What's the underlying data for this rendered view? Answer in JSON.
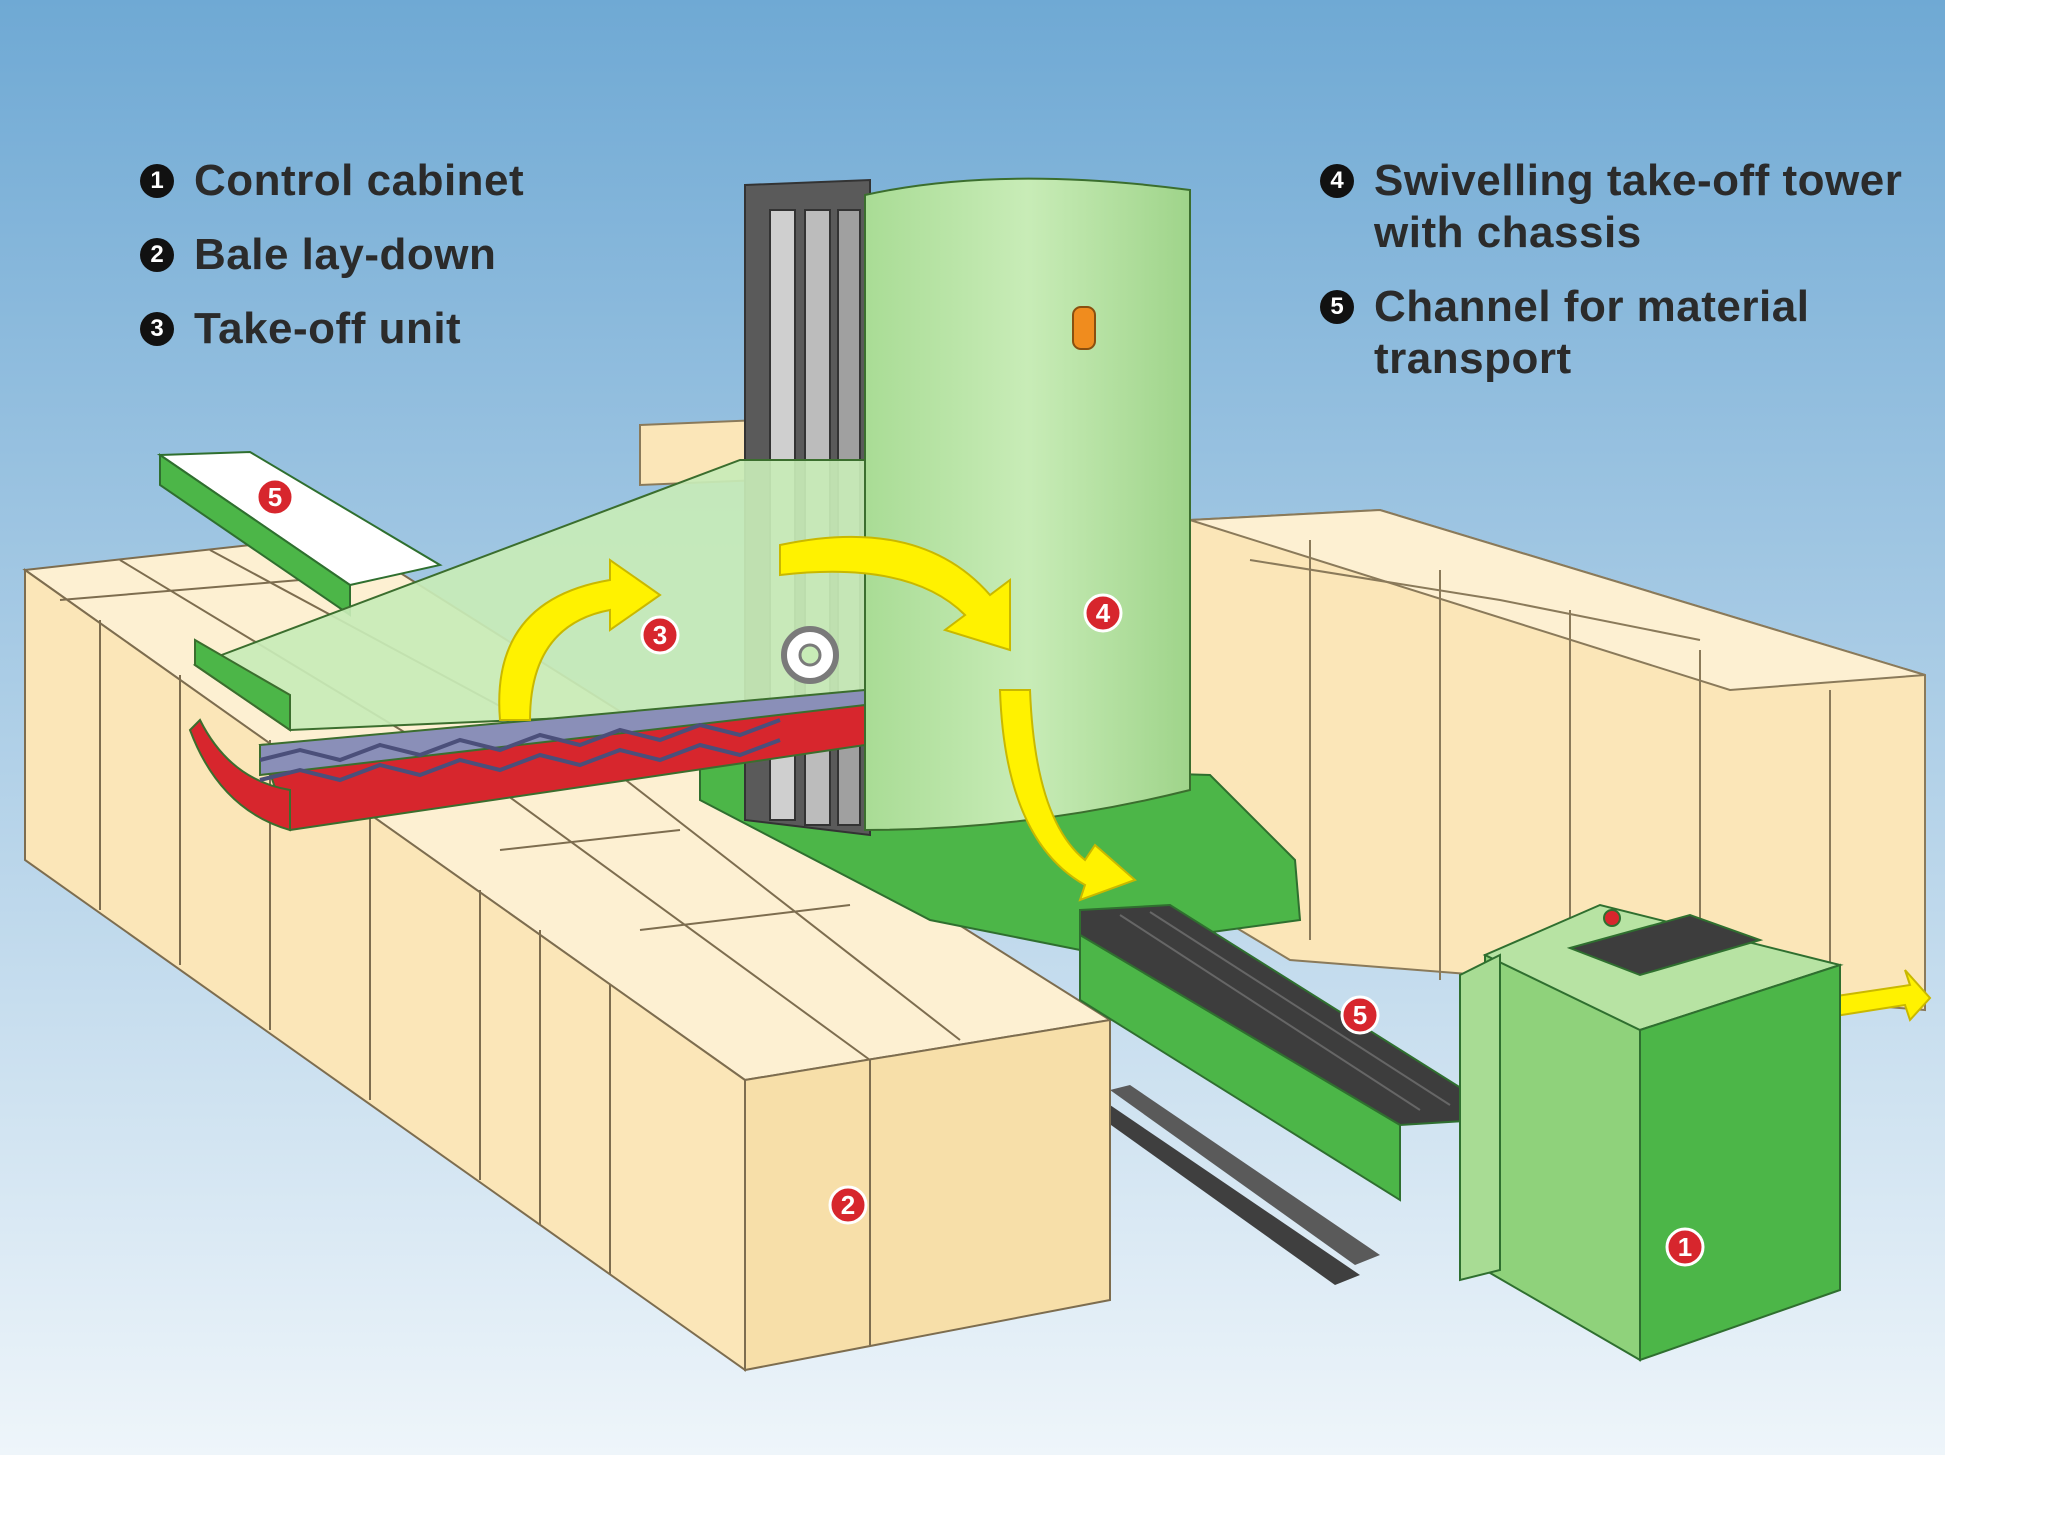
{
  "legend": {
    "left": [
      {
        "number": "1",
        "label": "Control cabinet"
      },
      {
        "number": "2",
        "label": "Bale lay-down"
      },
      {
        "number": "3",
        "label": "Take-off unit"
      }
    ],
    "right": [
      {
        "number": "4",
        "label": "Swivelling take-off tower\nwith chassis"
      },
      {
        "number": "5",
        "label": "Channel for material\ntransport"
      }
    ]
  },
  "markers": {
    "control_cabinet": "1",
    "bale_laydown": "2",
    "takeoff_unit": "3",
    "tower": "4",
    "channel_left": "5",
    "channel_front": "5"
  },
  "colors": {
    "sky_top": "#6fa9d4",
    "sky_bottom": "#e9f2f8",
    "bale": "#fbe6b8",
    "bale_dark": "#f0cf8a",
    "machine_green": "#4cb648",
    "machine_light_green": "#b7e3a3",
    "arrow_yellow": "#fff200",
    "marker_red": "#d7262d"
  }
}
